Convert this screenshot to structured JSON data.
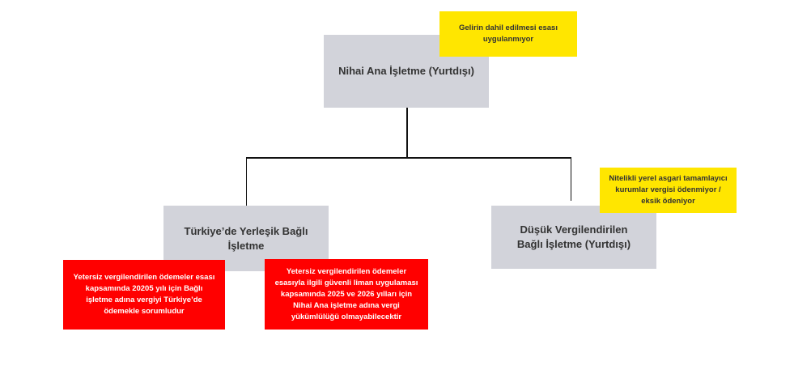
{
  "nodes": {
    "parent": "Nihai Ana İşletme (Yurtdışı)",
    "turkey_sub": "Türkiye’de Yerleşik Bağlı İşletme",
    "low_tax_sub": "Düşük Vergilendirilen Bağlı İşletme (Yurtdışı)"
  },
  "notes": {
    "parent_note": "Gelirin dahil edilmesi esası uygulanmıyor",
    "low_tax_note": "Nitelikli yerel asgari tamamlayıcı kurumlar vergisi ödenmiyor / eksik ödeniyor",
    "turkey_note_1": "Yetersiz vergilendirilen ödemeler esası kapsamında 20205 yılı için Bağlı işletme adına vergiyi Türkiye’de ödemekle sorumludur",
    "turkey_note_2": "Yetersiz vergilendirilen ödemeler esasıyla ilgili güvenli liman uygulaması kapsamında 2025 ve 2026 yılları için Nihai Ana işletme adına vergi yükümlülüğü olmayabilecektir"
  },
  "colors": {
    "node": "#d2d3da",
    "warning": "#ffe600",
    "alert": "#ff0000"
  }
}
